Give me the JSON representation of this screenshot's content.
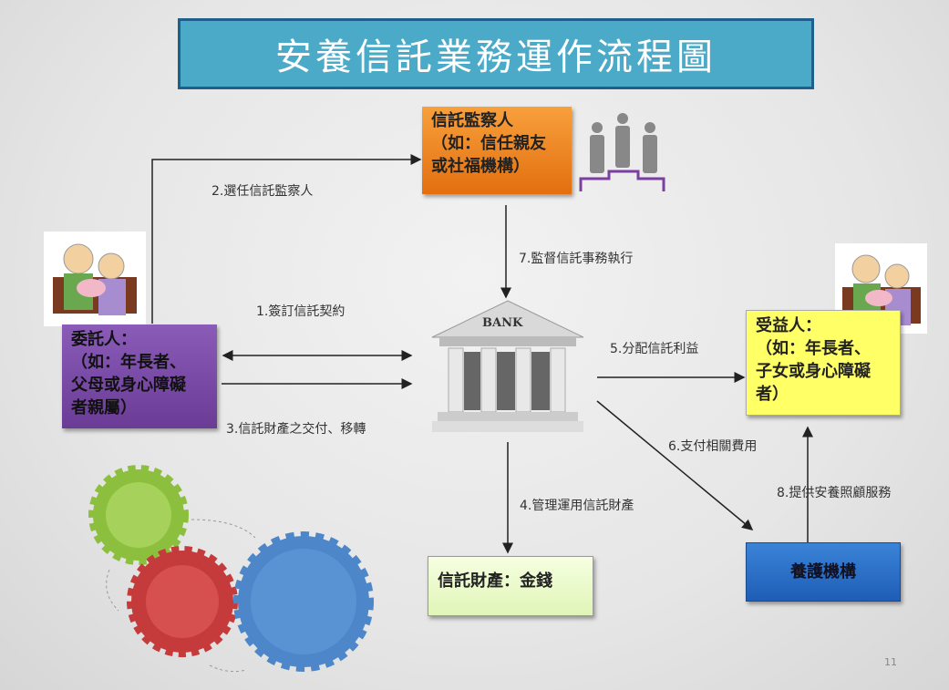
{
  "title": "安養信託業務運作流程圖",
  "nodes": {
    "supervisor": {
      "line1": "信託監察人",
      "line2": "（如：信任親友",
      "line3": "或社福機構）"
    },
    "settlor": {
      "line1": "委託人：",
      "line2": "（如：年長者、",
      "line3": "父母或身心障礙",
      "line4": "者親屬）"
    },
    "beneficiary": {
      "line1": "受益人：",
      "line2": "（如：年長者、",
      "line3": "子女或身心障礙",
      "line4": "者）"
    },
    "bank": {
      "label": "BANK"
    },
    "trust_property": {
      "label": "信託財產：金錢"
    },
    "care_institution": {
      "label": "養護機構"
    }
  },
  "steps": {
    "s1": "1.簽訂信託契約",
    "s2": "2.選任信託監察人",
    "s3": "3.信託財產之交付、移轉",
    "s4": "4.管理運用信託財產",
    "s5": "5.分配信託利益",
    "s6": "6.支付相關費用",
    "s7": "7.監督信託事務執行",
    "s8": "8.提供安養照顧服務"
  },
  "page_number": "11"
}
